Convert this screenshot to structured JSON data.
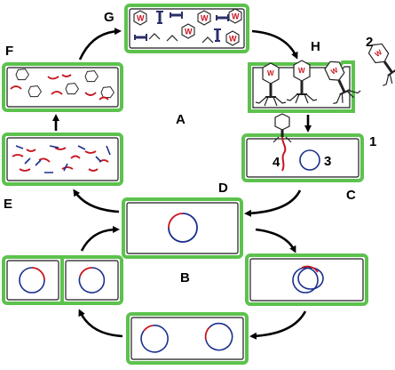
{
  "labels": {
    "A": "A",
    "B": "B",
    "C": "C",
    "D": "D",
    "E": "E",
    "F": "F",
    "G": "G",
    "H": "H",
    "n1": "1",
    "n2": "2",
    "n3": "3",
    "n4": "4"
  },
  "phage_head_letter": "W",
  "colors": {
    "cell_wall": "#5cc24d",
    "phage_dna": "#c8141e",
    "bacterial_dna": "#1a2f8c"
  }
}
